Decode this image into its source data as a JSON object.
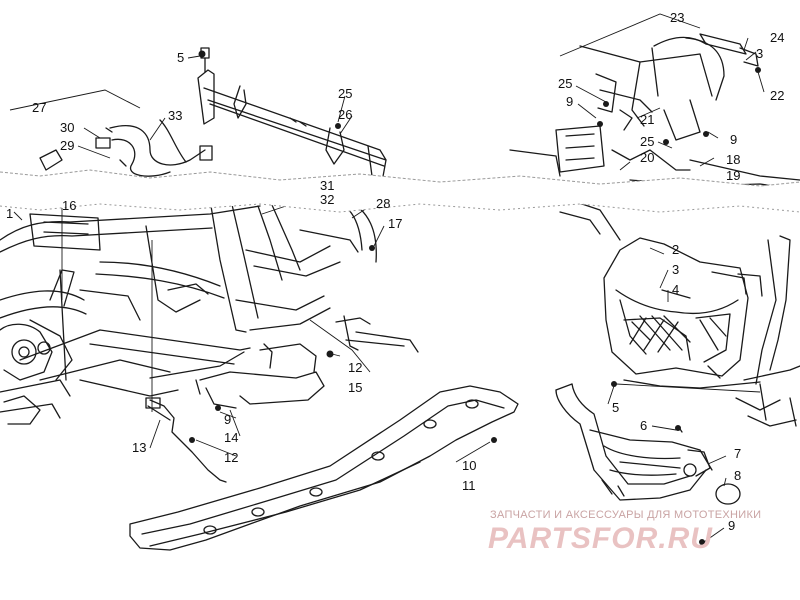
{
  "callouts": [
    {
      "id": "c5a",
      "text": "5"
    },
    {
      "id": "c25a",
      "text": "25"
    },
    {
      "id": "c26",
      "text": "26"
    },
    {
      "id": "c27",
      "text": "27"
    },
    {
      "id": "c30",
      "text": "30"
    },
    {
      "id": "c29",
      "text": "29"
    },
    {
      "id": "c33",
      "text": "33"
    },
    {
      "id": "c31",
      "text": "31"
    },
    {
      "id": "c32",
      "text": "32"
    },
    {
      "id": "c28",
      "text": "28"
    },
    {
      "id": "c1",
      "text": "1"
    },
    {
      "id": "c16",
      "text": "16"
    },
    {
      "id": "c17",
      "text": "17"
    },
    {
      "id": "c23",
      "text": "23"
    },
    {
      "id": "c24",
      "text": "24"
    },
    {
      "id": "c3a",
      "text": "3"
    },
    {
      "id": "c25b",
      "text": "25"
    },
    {
      "id": "c22",
      "text": "22"
    },
    {
      "id": "c9a",
      "text": "9"
    },
    {
      "id": "c21",
      "text": "21"
    },
    {
      "id": "c25c",
      "text": "25"
    },
    {
      "id": "c9b",
      "text": "9"
    },
    {
      "id": "c20",
      "text": "20"
    },
    {
      "id": "c18",
      "text": "18"
    },
    {
      "id": "c19",
      "text": "19"
    },
    {
      "id": "c2",
      "text": "2"
    },
    {
      "id": "c3b",
      "text": "3"
    },
    {
      "id": "c4",
      "text": "4"
    },
    {
      "id": "c5b",
      "text": "5"
    },
    {
      "id": "c6",
      "text": "6"
    },
    {
      "id": "c7",
      "text": "7"
    },
    {
      "id": "c8",
      "text": "8"
    },
    {
      "id": "c9c",
      "text": "9"
    },
    {
      "id": "c12a",
      "text": "12"
    },
    {
      "id": "c15",
      "text": "15"
    },
    {
      "id": "c9d",
      "text": "9"
    },
    {
      "id": "c14",
      "text": "14"
    },
    {
      "id": "c13",
      "text": "13"
    },
    {
      "id": "c12b",
      "text": "12"
    },
    {
      "id": "c10",
      "text": "10"
    },
    {
      "id": "c11",
      "text": "11"
    }
  ],
  "watermark": {
    "subtitle": "ЗАПЧАСТИ И АКСЕССУАРЫ ДЛЯ МОТОТЕХНИКИ",
    "brand": "PARTSFOR.RU"
  }
}
